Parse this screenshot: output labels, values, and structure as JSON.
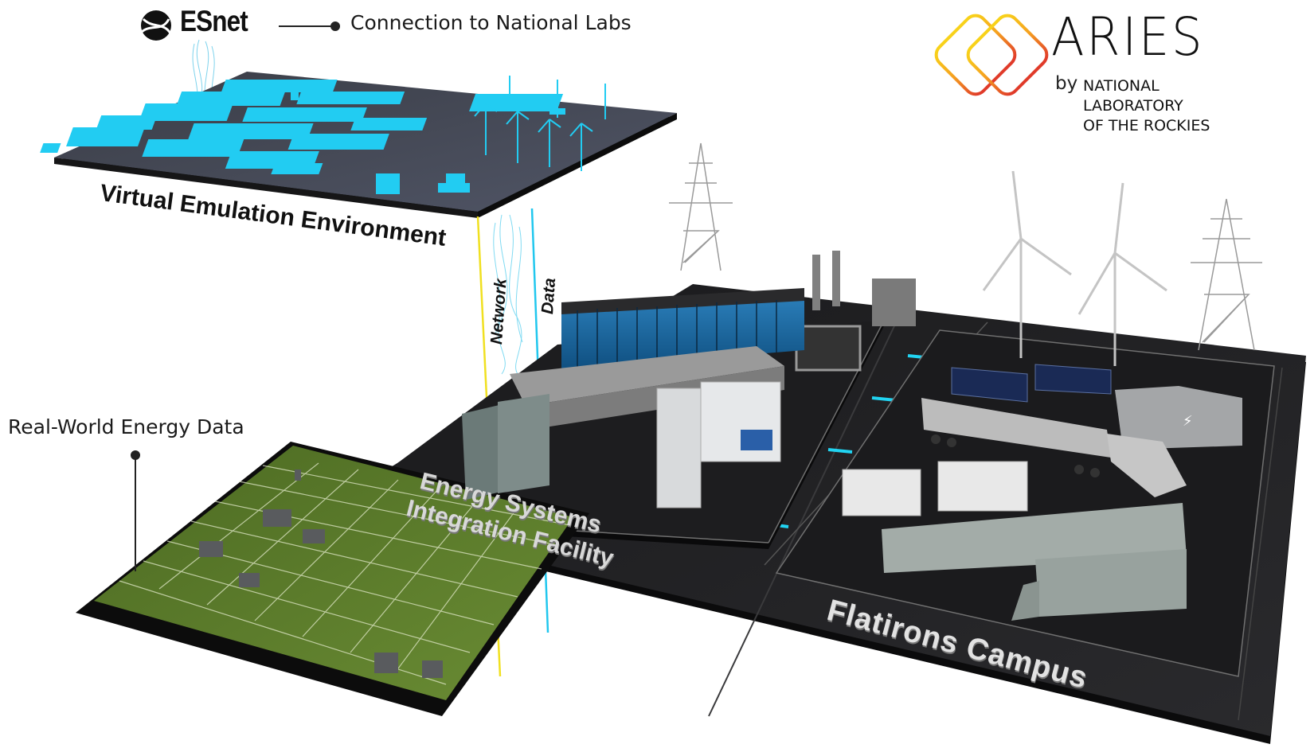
{
  "header": {
    "esnet": {
      "logo_text": "ESnet",
      "icon": "esnet-globe-icon",
      "connector_label": "Connection to National Labs"
    },
    "aries": {
      "logo_text": "ARIES",
      "byline_prefix": "by",
      "org_line1": "NATIONAL",
      "org_line2": "LABORATORY",
      "org_line3": "OF THE ROCKIES",
      "icon": "aries-interlocked-squares-icon",
      "colors": {
        "gradient_start": "#f5c518",
        "gradient_end": "#e03a2a"
      }
    }
  },
  "layers": {
    "virtual": {
      "label": "Virtual Emulation Environment",
      "accent": "#1ec8f0"
    },
    "real_world": {
      "label": "Real-World Energy Data",
      "accent": "#5a7a2c"
    },
    "links": {
      "network": {
        "label": "Network",
        "color": "#f0e020"
      },
      "data": {
        "label": "Data",
        "color": "#1ec8f0"
      }
    },
    "esif": {
      "label_line1": "Energy Systems",
      "label_line2": "Integration Facility"
    },
    "flatirons": {
      "label": "Flatirons Campus"
    }
  },
  "colors": {
    "platform": "#1c1c1e",
    "platform_edge": "#0b0b0b",
    "cyan_glow": "#21d4f2",
    "background": "#ffffff"
  }
}
